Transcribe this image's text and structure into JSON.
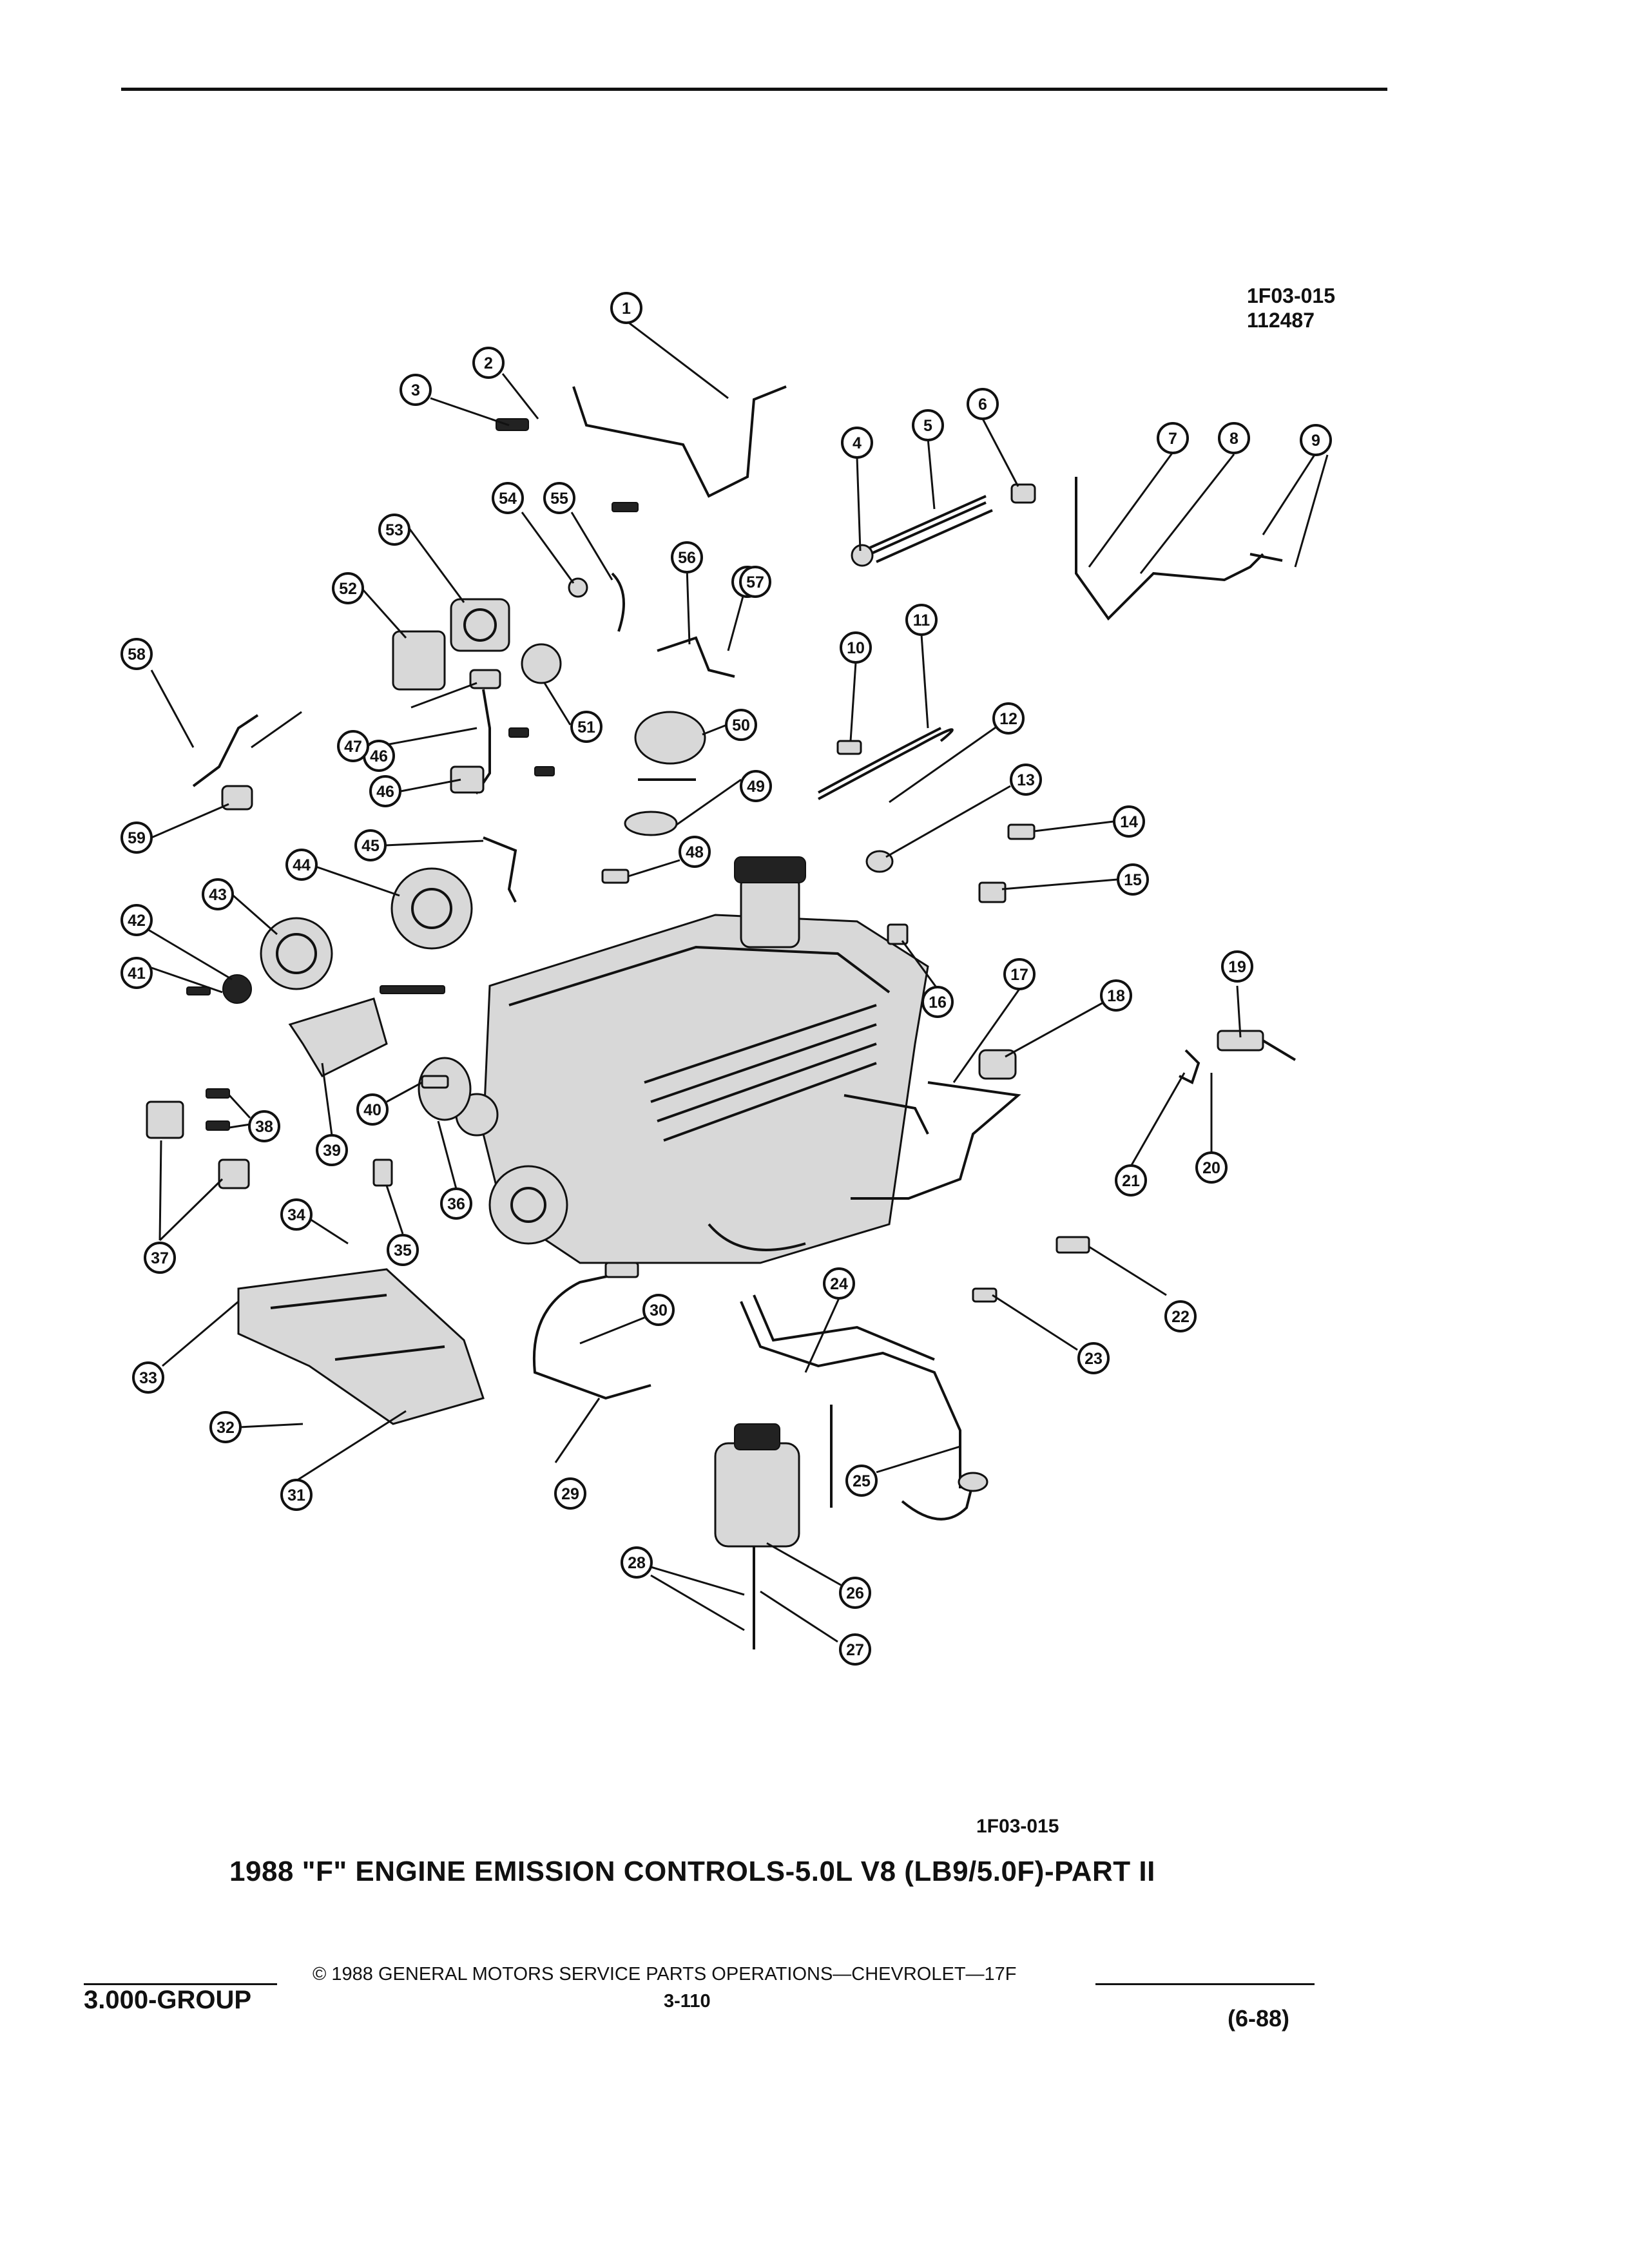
{
  "figure": {
    "code_top": "1F03-015",
    "date_code": "112487",
    "code_bottom": "1F03-015",
    "title": "1988 \"F\" ENGINE EMISSION CONTROLS-5.0L V8 (LB9/5.0F)-PART II"
  },
  "footer": {
    "group": "3.000-GROUP",
    "copyright": "© 1988 GENERAL MOTORS SERVICE PARTS OPERATIONS—CHEVROLET—17F",
    "page": "3-110",
    "revision": "(6-88)"
  },
  "callouts": [
    "1",
    "2",
    "3",
    "4",
    "4",
    "5",
    "6",
    "7",
    "8",
    "9",
    "10",
    "11",
    "12",
    "13",
    "14",
    "15",
    "16",
    "17",
    "18",
    "19",
    "20",
    "21",
    "22",
    "23",
    "24",
    "25",
    "26",
    "27",
    "28",
    "29",
    "30",
    "31",
    "32",
    "33",
    "34",
    "35",
    "36",
    "37",
    "38",
    "39",
    "40",
    "41",
    "42",
    "43",
    "44",
    "45",
    "46",
    "46",
    "47",
    "48",
    "49",
    "50",
    "51",
    "52",
    "53",
    "54",
    "55",
    "56",
    "57",
    "58",
    "59"
  ]
}
